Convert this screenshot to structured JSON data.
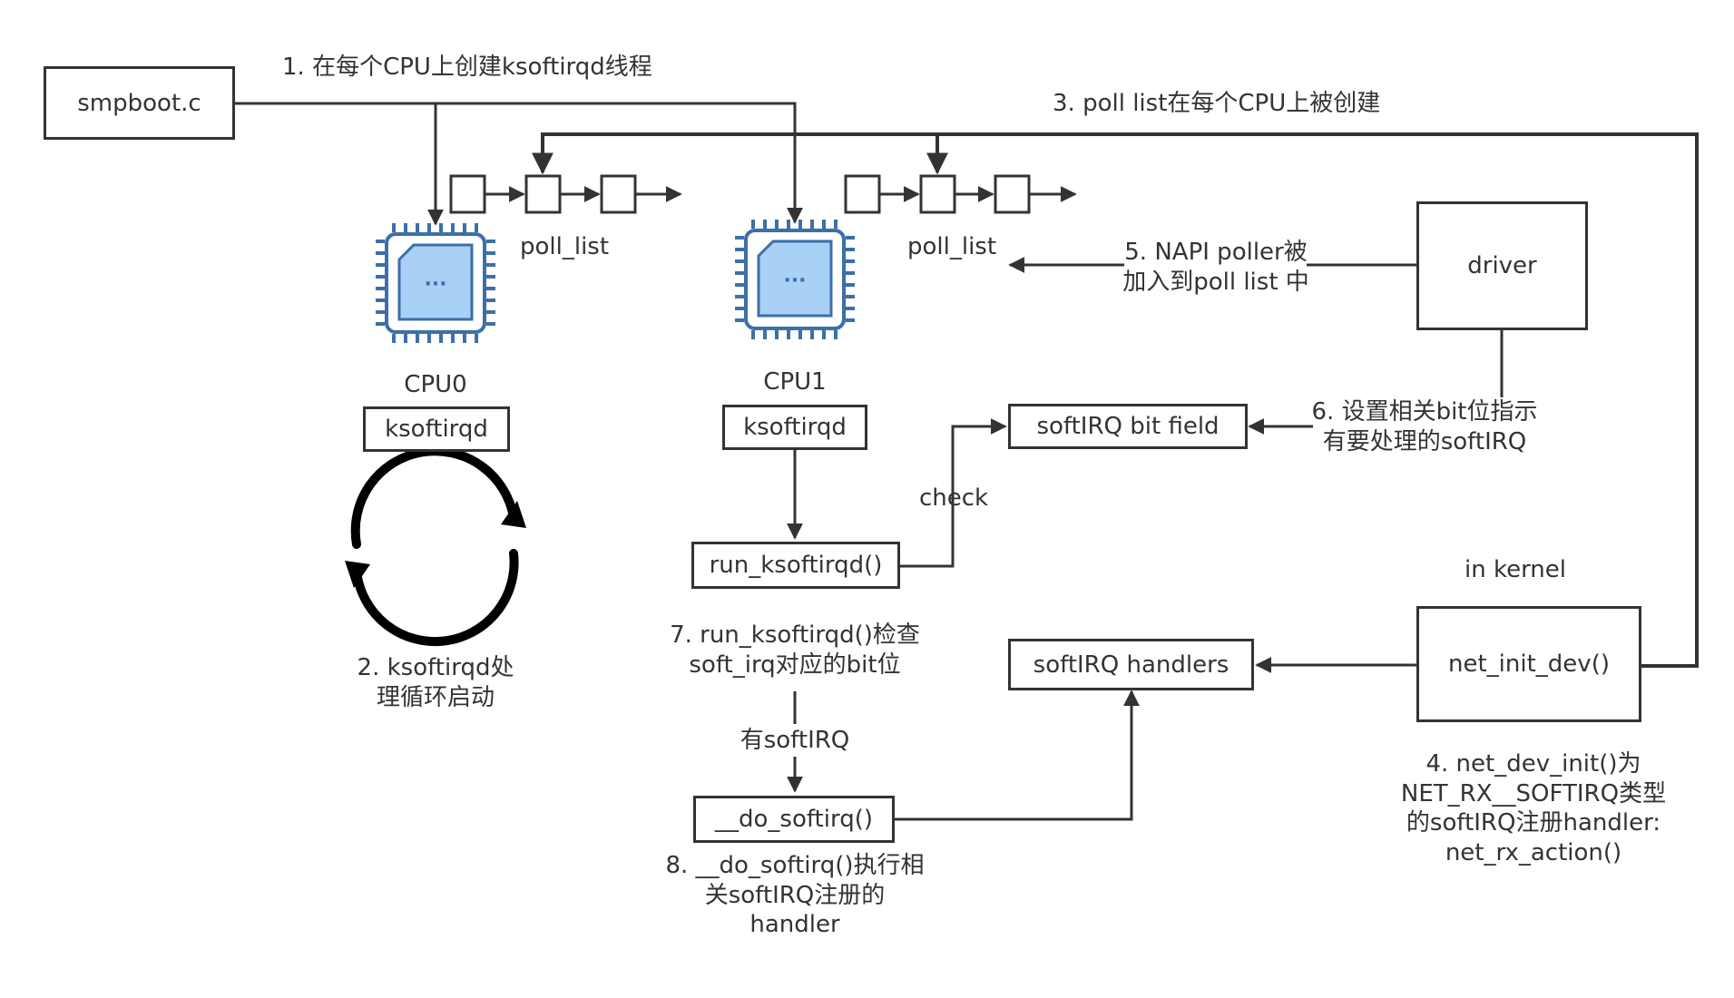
{
  "boxes": {
    "smpboot": "smpboot.c",
    "ksoftirqd0": "ksoftirqd",
    "ksoftirqd1": "ksoftirqd",
    "run_ksoftirqd": "run_ksoftirqd()",
    "do_softirq": "__do_softirq()",
    "softirq_bit_field": "softIRQ bit field",
    "softirq_handlers": "softIRQ handlers",
    "driver": "driver",
    "net_init_dev": "net_init_dev()"
  },
  "labels": {
    "step1": "1. 在每个CPU上创建ksoftirqd线程",
    "step2": "2. ksoftirqd处\n理循环启动",
    "step3": "3. poll list在每个CPU上被创建",
    "step4": "4. net_dev_init()为\nNET_RX__SOFTIRQ类型\n的softIRQ注册handler:\nnet_rx_action()",
    "step5": "5. NAPI poller被\n加入到poll list 中",
    "step6": "6. 设置相关bit位指示\n有要处理的softIRQ",
    "step7": "7. run_ksoftirqd()检查\nsoft_irq对应的bit位",
    "step8": "8. __do_softirq()执行相\n关softIRQ注册的\nhandler",
    "cpu0": "CPU0",
    "cpu1": "CPU1",
    "poll_list0": "poll_list",
    "poll_list1": "poll_list",
    "check": "check",
    "has_softirq": "有softIRQ",
    "in_kernel": "in kernel",
    "chip_dots": "···"
  },
  "icons": [
    "cpu-chip-icon",
    "refresh-cycle-icon"
  ],
  "colors": {
    "line": "#333333",
    "chip_outline": "#3d6fa8",
    "chip_fill": "#a9d0f5",
    "chip_inner": "#ffffff"
  }
}
